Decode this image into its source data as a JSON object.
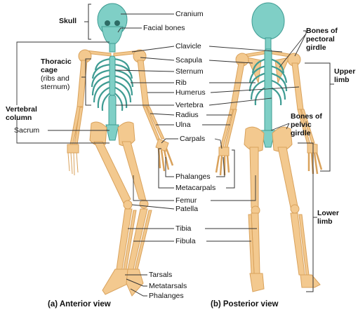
{
  "colors": {
    "bone": "#f3c98f",
    "bone_edge": "#d9a25c",
    "highlight": "#7fcfc6",
    "highlight_edge": "#3f9c93",
    "leader": "#333333"
  },
  "labels": {
    "cranium": "Cranium",
    "facial_bones": "Facial bones",
    "clavicle": "Clavicle",
    "scapula": "Scapula",
    "sternum": "Sternum",
    "rib": "Rib",
    "humerus": "Humerus",
    "vertebra": "Vertebra",
    "radius": "Radius",
    "ulna": "Ulna",
    "carpals": "Carpals",
    "phalanges_hand": "Phalanges",
    "metacarpals": "Metacarpals",
    "femur": "Femur",
    "patella": "Patella",
    "tibia": "Tibia",
    "fibula": "Fibula",
    "tarsals": "Tarsals",
    "metatarsals": "Metatarsals",
    "phalanges_foot": "Phalanges",
    "sacrum": "Sacrum"
  },
  "groups": {
    "skull": "Skull",
    "thoracic_cage": [
      "Thoracic",
      "cage",
      "(ribs and",
      "sternum)"
    ],
    "vertebral_column": [
      "Vertebral",
      "column"
    ],
    "pectoral_girdle": [
      "Bones of",
      "pectoral",
      "girdle"
    ],
    "upper_limb": [
      "Upper",
      "limb"
    ],
    "pelvic_girdle": [
      "Bones of",
      "pelvic",
      "girdle"
    ],
    "lower_limb": [
      "Lower",
      "limb"
    ]
  },
  "captions": {
    "anterior": "(a) Anterior view",
    "posterior": "(b) Posterior view"
  }
}
